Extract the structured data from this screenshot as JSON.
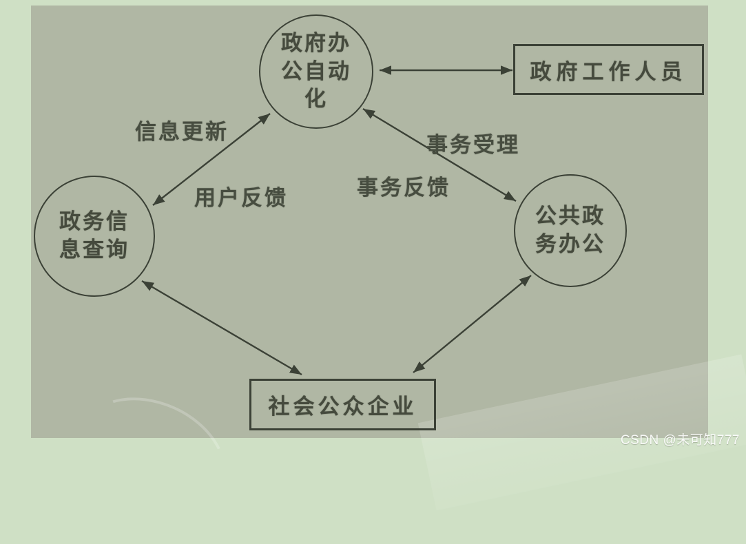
{
  "diagram": {
    "nodes": {
      "oa": {
        "shape": "circle",
        "label": "政府办公自动化",
        "lines": [
          "政府办",
          "公自动",
          "化"
        ]
      },
      "staff": {
        "shape": "rect",
        "label": "政府工作人员"
      },
      "info_query": {
        "shape": "circle",
        "label": "政务信息查询",
        "lines": [
          "政务信",
          "息查询"
        ]
      },
      "public_affairs": {
        "shape": "circle",
        "label": "公共政务办公",
        "lines": [
          "公共政",
          "务办公"
        ]
      },
      "society": {
        "shape": "rect",
        "label": "社会公众企业"
      }
    },
    "edge_labels": {
      "info_update": "信息更新",
      "user_feedback": "用户反馈",
      "affair_accept": "事务受理",
      "affair_feedback": "事务反馈"
    },
    "edges": [
      {
        "from": "政府办公自动化",
        "to": "政府工作人员",
        "bidirectional": true,
        "labels": []
      },
      {
        "from": "政府办公自动化",
        "to": "政务信息查询",
        "bidirectional": true,
        "labels": [
          "信息更新",
          "用户反馈"
        ]
      },
      {
        "from": "政府办公自动化",
        "to": "公共政务办公",
        "bidirectional": true,
        "labels": [
          "事务受理",
          "事务反馈"
        ]
      },
      {
        "from": "政务信息查询",
        "to": "社会公众企业",
        "bidirectional": true,
        "labels": []
      },
      {
        "from": "公共政务办公",
        "to": "社会公众企业",
        "bidirectional": true,
        "labels": []
      }
    ]
  },
  "watermark": {
    "text": "CSDN @未可知777"
  },
  "colors": {
    "canvas_background": "#cfe0c5",
    "panel_background": "#b0b7a4",
    "line": "#3b4136",
    "node_text": "#454a3d",
    "watermark_text": "#ffffff"
  }
}
